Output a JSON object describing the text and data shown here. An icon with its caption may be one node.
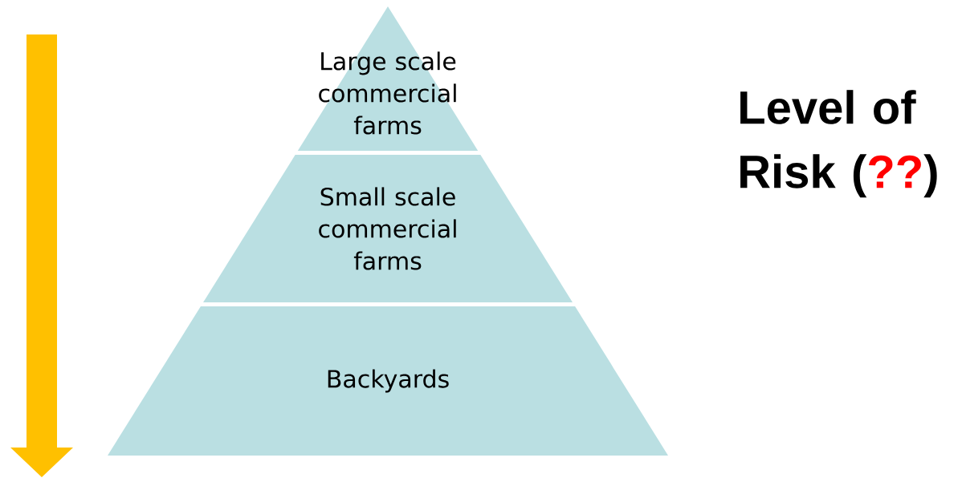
{
  "diagram": {
    "nodes": [
      {
        "text": [
          "Large scale commercial farms"
        ]
      },
      {
        "text": [
          "Small scale commercial farms"
        ]
      },
      {
        "text": [
          "Backyards"
        ]
      }
    ],
    "labels": [
      "Level of Risk (",
      "??",
      ")"
    ]
  }
}
